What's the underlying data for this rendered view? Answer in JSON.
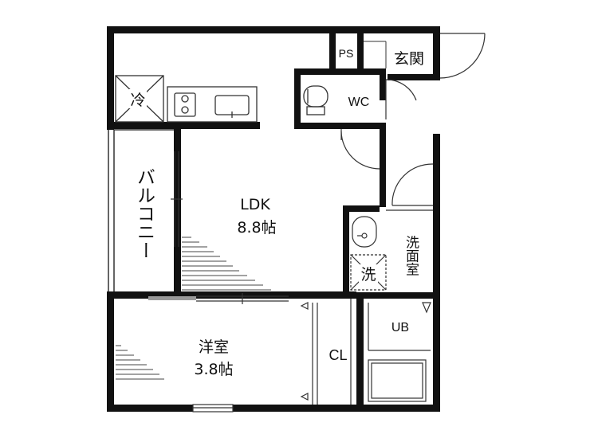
{
  "rooms": {
    "ldk": {
      "name": "LDK",
      "size": "8.8帖"
    },
    "western": {
      "name": "洋室",
      "size": "3.8帖"
    },
    "balcony": {
      "name": "バルコニー"
    },
    "washroom": {
      "name": "洗面室"
    },
    "entrance": {
      "name": "玄関"
    },
    "wc": {
      "name": "WC"
    },
    "ps": {
      "name": "PS"
    },
    "closet": {
      "name": "CL"
    },
    "unit_bath": {
      "name": "UB"
    }
  },
  "fixtures": {
    "fridge_mark": "冷",
    "washer_mark": "洗"
  },
  "colors": {
    "wall": "#111111",
    "line": "#333333",
    "background": "#ffffff"
  }
}
